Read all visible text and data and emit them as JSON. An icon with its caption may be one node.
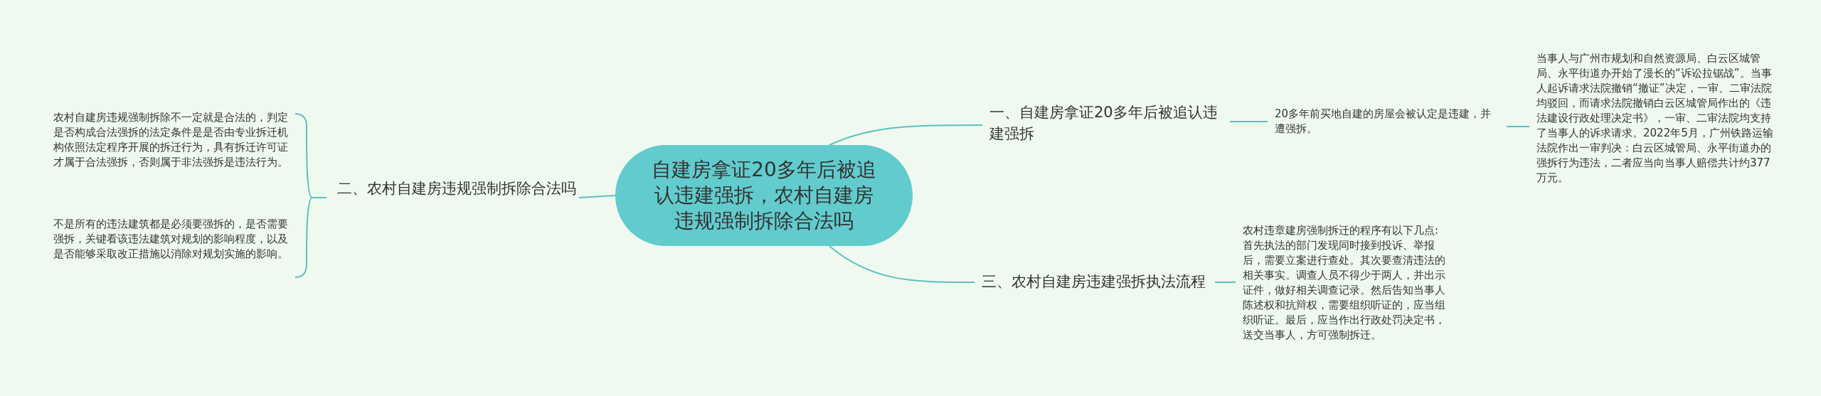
{
  "diagram": {
    "nodes": [
      {
        "text": [
          "自建房拿证20多年后被追认违建强拆，农村自建房违规强制拆除合法吗"
        ]
      },
      {
        "text": [
          "一、自建房拿证20多年后被追认违建强拆"
        ]
      },
      {
        "text": [
          "20多年前买地自建的房屋会被认定是违建，并遭强拆。"
        ]
      },
      {
        "text": [
          "当事人与广州市规划和自然资源局、白云区城管局、永平街道办开始了漫长的“诉讼拉锯战”。当事人起诉请求法院撤销“撤证”决定，一审、二审法院均驳回，而请求法院撤销白云区城管局作出的《违法建设行政处理决定书》，一审、二审法院均支持了当事人的诉求请求。2022年5月，广州铁路运输法院作出一审判决：白云区城管局、永平街道办的强拆行为违法，二者应当向当事人赔偿共计约377万元。"
        ]
      },
      {
        "text": [
          "二、农村自建房违规强制拆除合法吗"
        ]
      },
      {
        "text": [
          "农村自建房违规强制拆除不一定就是合法的，判定是否构成合法强拆的法定条件是是否由专业拆迁机构依照法定程序开展的拆迁行为，具有拆迁许可证才属于合法强拆，否则属于非法强拆是违法行为。"
        ]
      },
      {
        "text": [
          "不是所有的违法建筑都是必须要强拆的，是否需要强拆，关键看该违法建筑对规划的影响程度，以及是否能够采取改正措施以消除对规划实施的影响。"
        ]
      },
      {
        "text": [
          "三、农村自建房违建强拆执法流程"
        ]
      },
      {
        "text": [
          "农村违章建房强制拆迁的程序有以下几点:首先执法的部门发现同时接到投诉、举报后，需要立案进行查处。其次要查清违法的相关事实。调查人员不得少于两人，并出示证件，做好相关调查记录。然后告知当事人陈述权和抗辩权，需要组织听证的，应当组织听证。最后，应当作出行政处罚决定书，送交当事人，方可强制拆迁。"
        ]
      }
    ],
    "edges": [
      {
        "from": 0,
        "to": 1,
        "arrow": "none"
      },
      {
        "from": 1,
        "to": 2,
        "arrow": "none"
      },
      {
        "from": 2,
        "to": 3,
        "arrow": "none"
      },
      {
        "from": 0,
        "to": 4,
        "arrow": "none"
      },
      {
        "from": 4,
        "to": 5,
        "arrow": "none"
      },
      {
        "from": 4,
        "to": 6,
        "arrow": "none"
      },
      {
        "from": 0,
        "to": 7,
        "arrow": "none"
      },
      {
        "from": 7,
        "to": 8,
        "arrow": "none"
      }
    ]
  }
}
